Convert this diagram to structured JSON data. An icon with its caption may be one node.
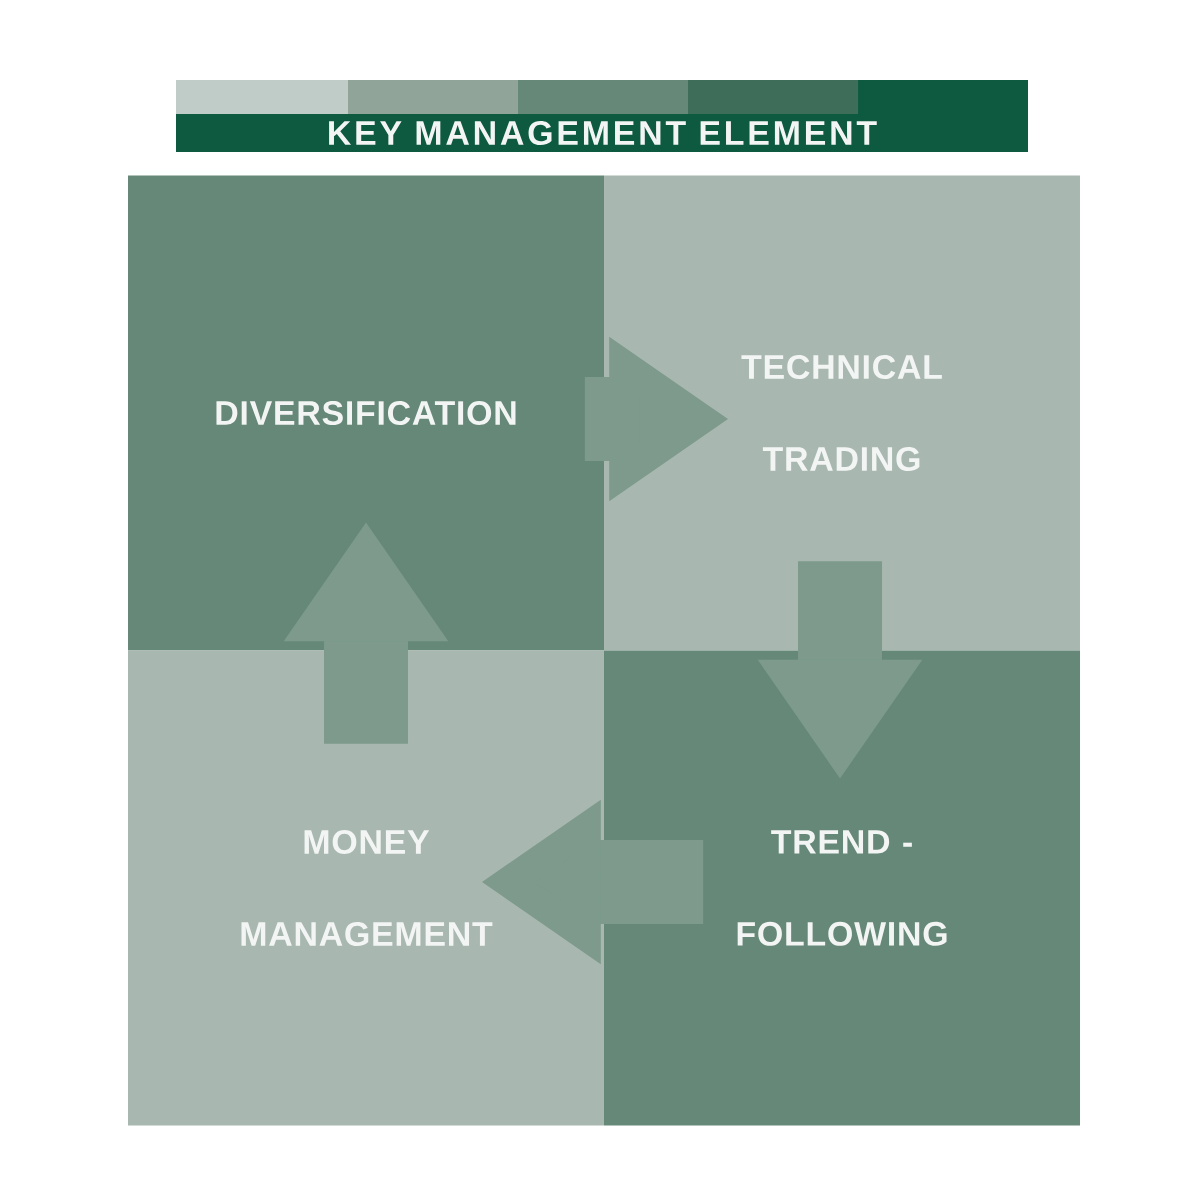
{
  "diagram": {
    "title": "KEY MANAGEMENT ELEMENT",
    "nodes": [
      {
        "text": [
          "DIVERSIFICATION"
        ]
      },
      {
        "text": [
          "TECHNICAL TRADING"
        ]
      },
      {
        "text": [
          "TREND - FOLLOWING"
        ]
      },
      {
        "text": [
          "MONEY MANAGEMENT"
        ]
      }
    ],
    "edges": [
      {
        "from": 0,
        "to": 1,
        "arrow": "to"
      },
      {
        "from": 1,
        "to": 2,
        "arrow": "to"
      },
      {
        "from": 2,
        "to": 3,
        "arrow": "to"
      },
      {
        "from": 3,
        "to": 0,
        "arrow": "to"
      }
    ]
  }
}
